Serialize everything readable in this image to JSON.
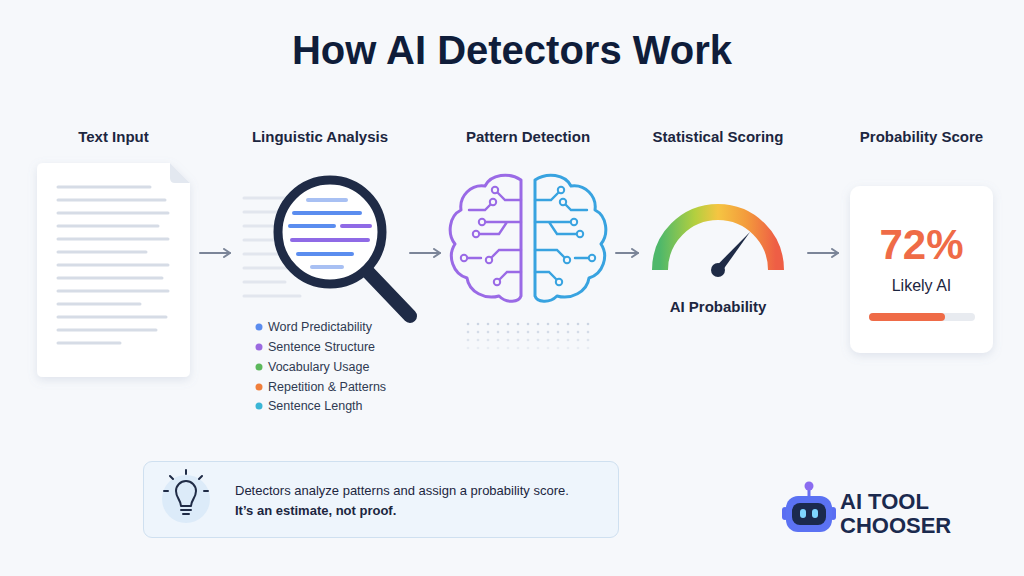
{
  "diagram": {
    "title": "How AI Detectors Work",
    "nodes": [
      {
        "text": [
          "Text Input"
        ]
      },
      {
        "text": [
          "Linguistic Analysis",
          "Word Predictability",
          "Sentence Structure",
          "Vocabulary Usage",
          "Repetition & Patterns",
          "Sentence Length"
        ]
      },
      {
        "text": [
          "Pattern Detection"
        ]
      },
      {
        "text": [
          "Statistical Scoring",
          "AI Probability"
        ]
      },
      {
        "text": [
          "Probability Score",
          "72%",
          "Likely AI"
        ]
      },
      {
        "text": [
          "Detectors analyze patterns and assign a probability score.",
          "It’s an estimate, not proof."
        ]
      }
    ],
    "edges": [
      {
        "from": 0,
        "to": 1,
        "arrow": "to"
      },
      {
        "from": 1,
        "to": 2,
        "arrow": "to"
      },
      {
        "from": 2,
        "to": 3,
        "arrow": "to"
      },
      {
        "from": 3,
        "to": 4,
        "arrow": "to"
      }
    ],
    "labels": [
      "AI TOOL CHOOSER"
    ]
  }
}
